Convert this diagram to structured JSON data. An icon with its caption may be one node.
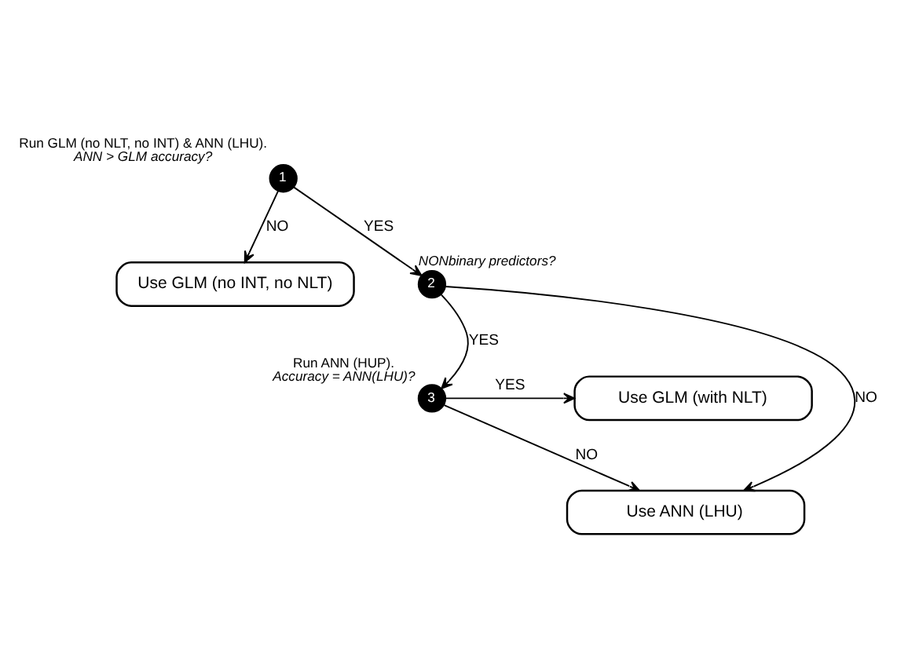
{
  "diagram": {
    "nodes": [
      {
        "text": [
          "1"
        ],
        "beside": [
          "Run GLM (no NLT, no INT) & ANN (LHU).",
          "ANN > GLM accuracy?"
        ]
      },
      {
        "text": [
          "Use GLM (no INT, no NLT)"
        ]
      },
      {
        "text": [
          "2"
        ],
        "beside": [
          "NONbinary predictors?"
        ]
      },
      {
        "text": [
          "3"
        ],
        "beside": [
          "Run ANN (HUP).",
          "Accuracy = ANN(LHU)?"
        ]
      },
      {
        "text": [
          "Use GLM (with NLT)"
        ]
      },
      {
        "text": [
          "Use ANN (LHU)"
        ]
      }
    ],
    "edges": [
      {
        "from": 0,
        "to": 1,
        "arrow": "to",
        "label": "NO"
      },
      {
        "from": 0,
        "to": 2,
        "arrow": "to",
        "label": "YES"
      },
      {
        "from": 2,
        "to": 3,
        "arrow": "to",
        "label": "YES"
      },
      {
        "from": 2,
        "to": 5,
        "arrow": "to",
        "label": "NO"
      },
      {
        "from": 3,
        "to": 4,
        "arrow": "to",
        "label": "YES"
      },
      {
        "from": 3,
        "to": 5,
        "arrow": "to",
        "label": "NO"
      }
    ]
  }
}
